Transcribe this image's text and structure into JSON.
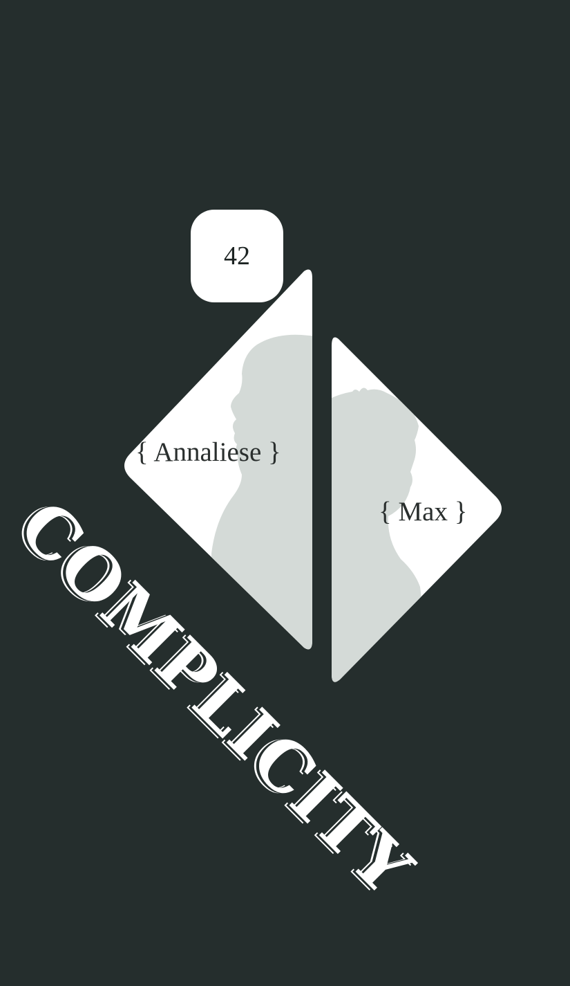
{
  "cover": {
    "chapter_number": "42",
    "character_left": "{ Annaliese }",
    "character_right": "{ Max }",
    "title": "COMPLICITY"
  },
  "colors": {
    "background": "#252e2d",
    "panel": "#ffffff",
    "silhouette": "#d4dad7",
    "text_dark": "#1c2322"
  },
  "illustrations": {
    "left": "silhouette-profile-facing-left",
    "right": "silhouette-profile-facing-right"
  }
}
